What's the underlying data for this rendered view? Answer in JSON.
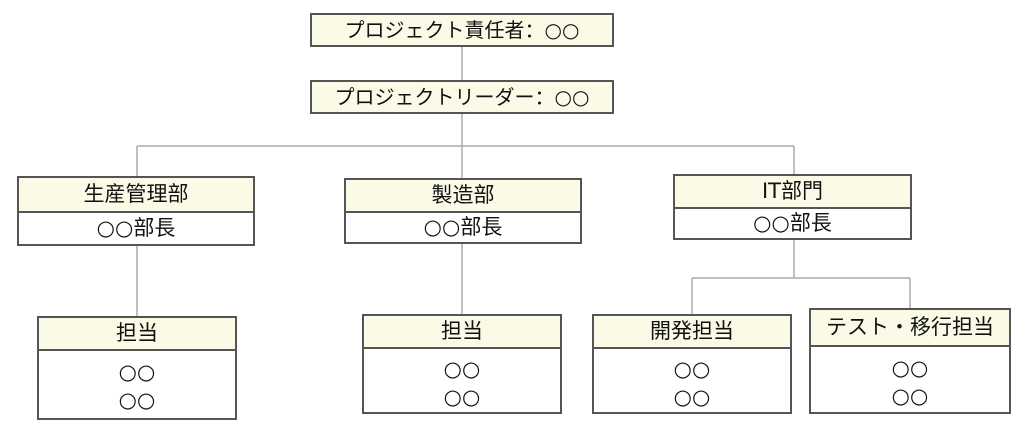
{
  "top": {
    "responsible": "プロジェクト責任者：○○",
    "leader": "プロジェクトリーダー：○○"
  },
  "departments": [
    {
      "name": "生産管理部",
      "head": "○○部長"
    },
    {
      "name": "製造部",
      "head": "○○部長"
    },
    {
      "name": "IT部門",
      "head": "○○部長"
    }
  ],
  "members": [
    {
      "role": "担当",
      "names": [
        "○○",
        "○○"
      ]
    },
    {
      "role": "担当",
      "names": [
        "○○",
        "○○"
      ]
    },
    {
      "role": "開発担当",
      "names": [
        "○○",
        "○○"
      ]
    },
    {
      "role": "テスト・移行担当",
      "names": [
        "○○",
        "○○"
      ]
    }
  ]
}
